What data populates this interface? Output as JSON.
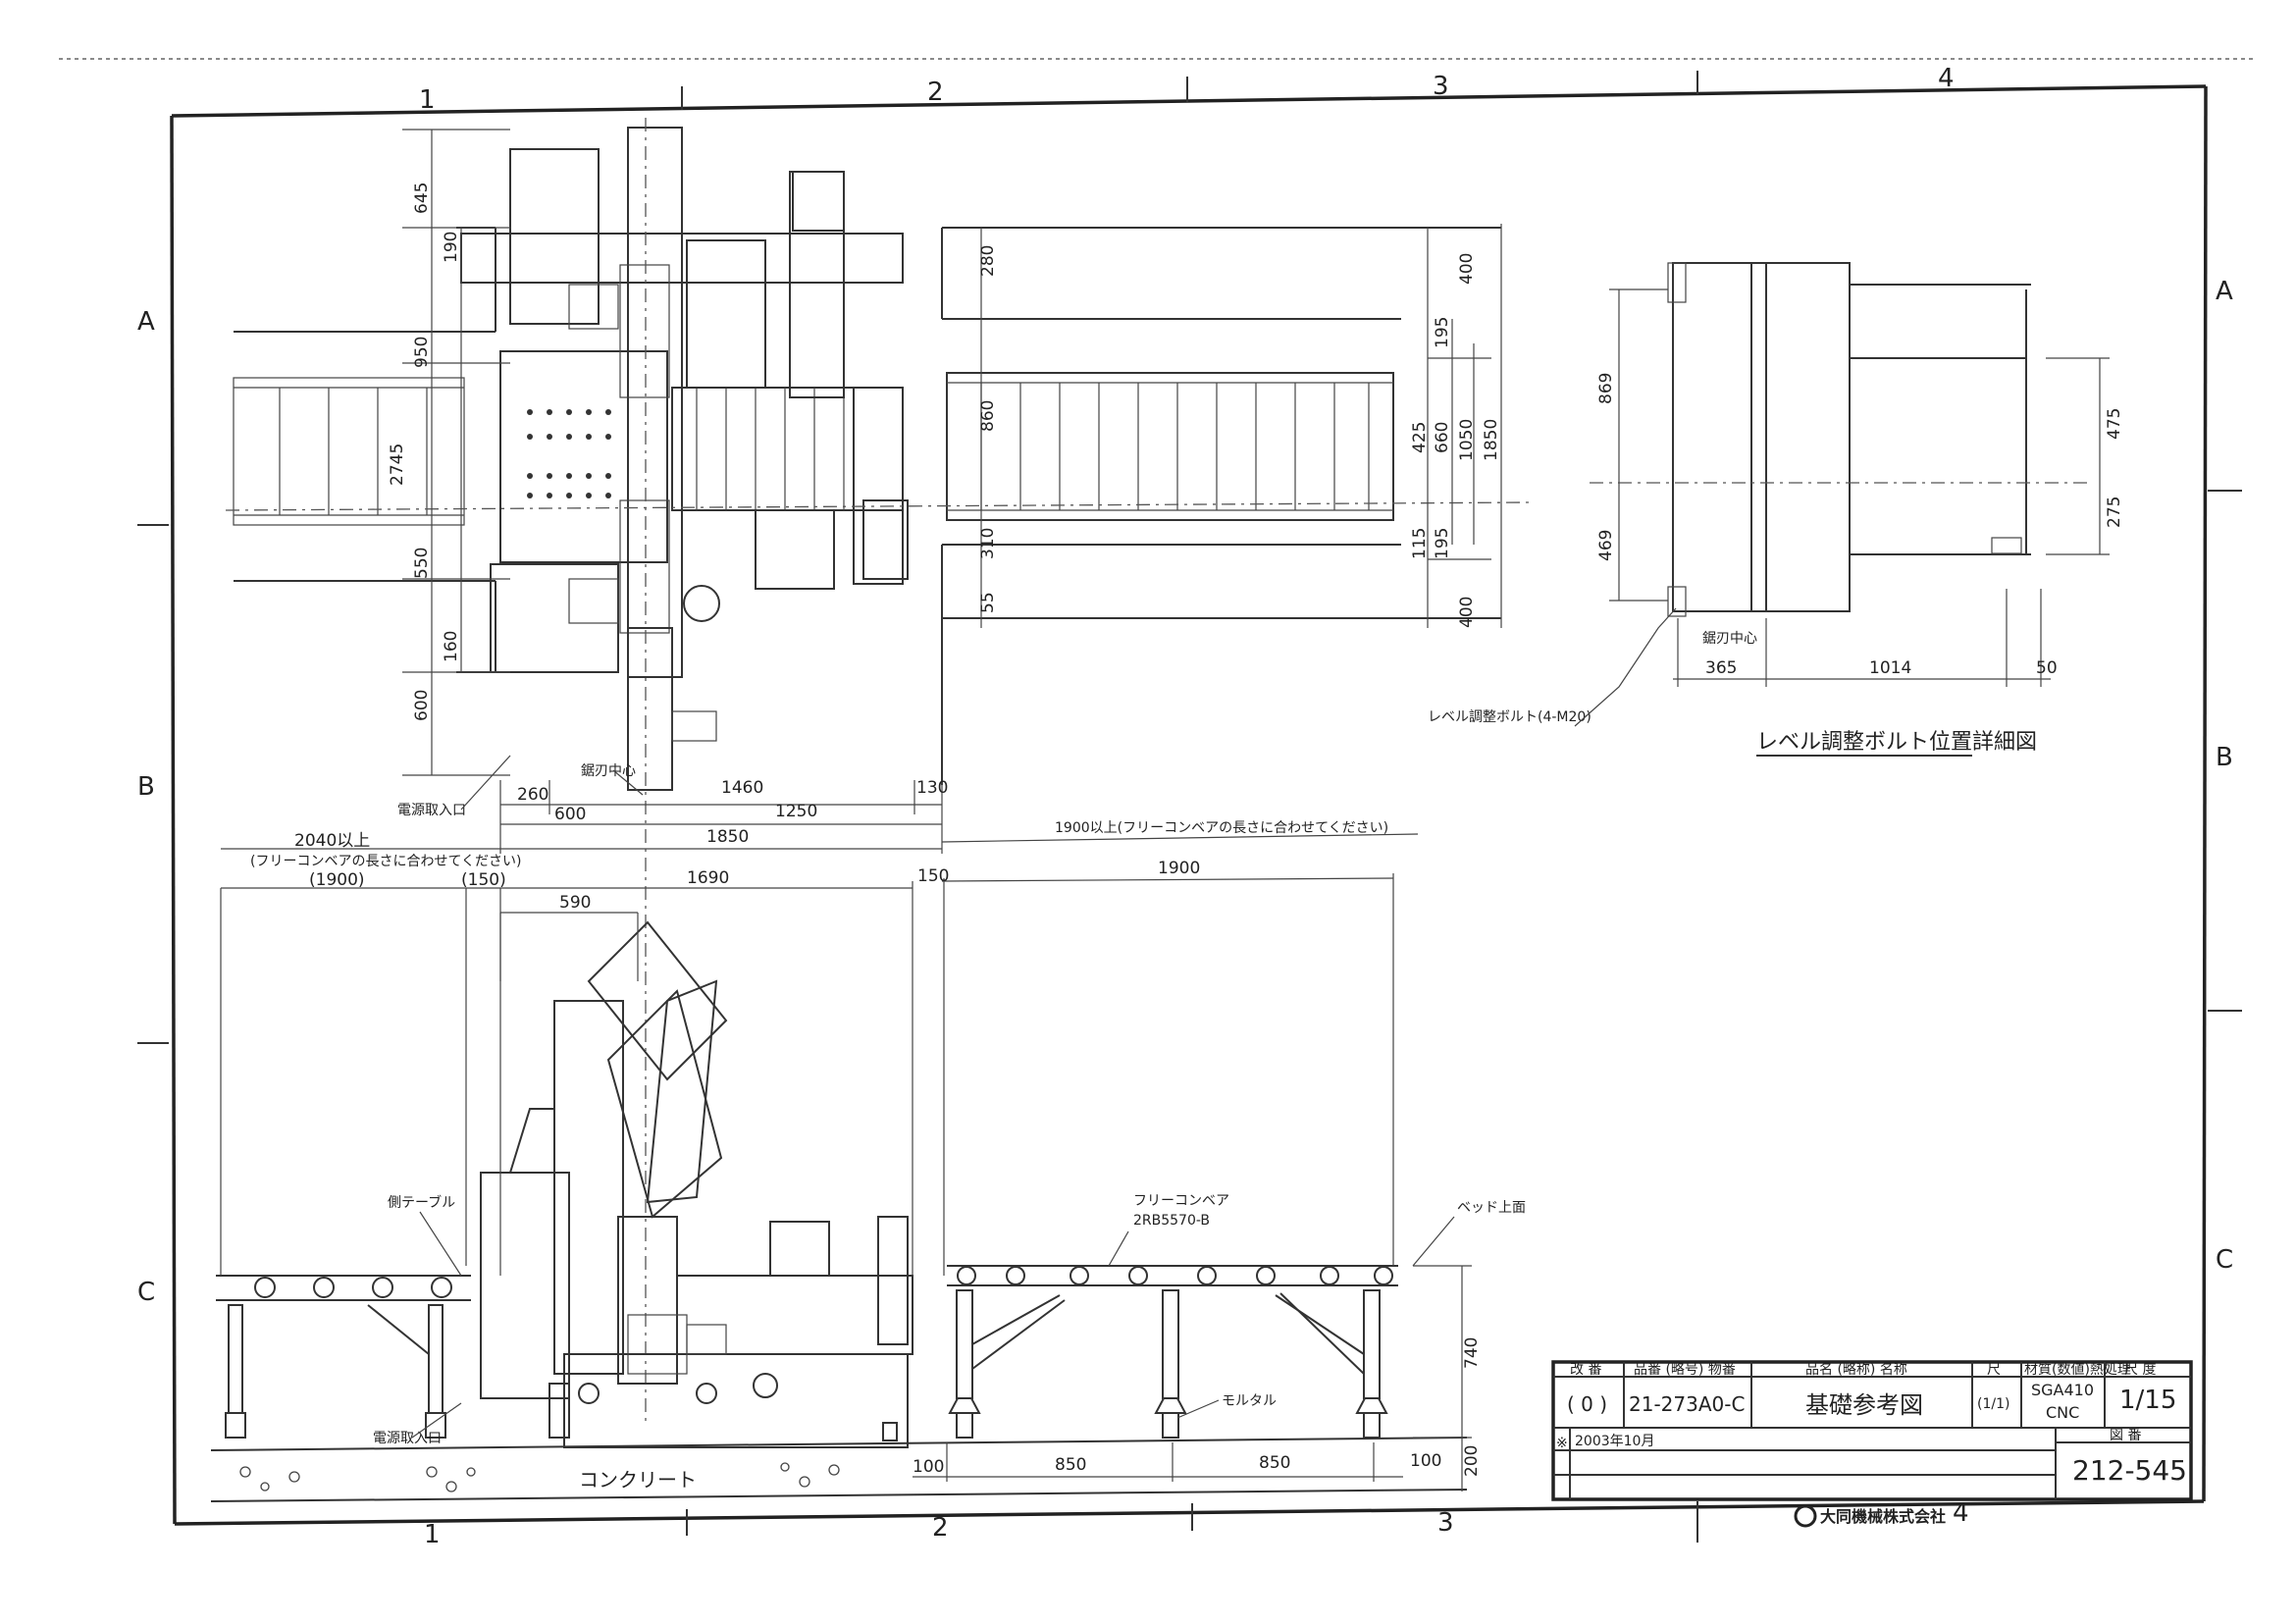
{
  "frame": {
    "zones_top": [
      "1",
      "2",
      "3",
      "4"
    ],
    "zones_bottom": [
      "1",
      "2",
      "3",
      "4"
    ],
    "zones_left": [
      "A",
      "B",
      "C"
    ],
    "zones_right": [
      "A",
      "B",
      "C"
    ]
  },
  "plan_dims": {
    "v_645": "645",
    "v_190": "190",
    "v_950": "950",
    "v_2745": "2745",
    "v_550": "550",
    "v_160": "160",
    "v_600": "600",
    "v_280": "280",
    "v_860": "860",
    "v_310": "310",
    "v_55": "55",
    "v_400_top": "400",
    "v_195_top": "195",
    "v_425": "425",
    "v_660": "660",
    "v_1050": "1050",
    "v_1850": "1850",
    "v_115": "115",
    "v_195_bot": "195",
    "v_400_bot": "400",
    "h_260": "260",
    "h_1460": "1460",
    "h_130": "130",
    "h_600": "600",
    "h_1250": "1250",
    "h_1850": "1850",
    "h_2040": "2040以上",
    "h_2040_note": "(フリーコンベアの長さに合わせてください)",
    "h_1900_right": "1900以上(フリーコンベアの長さに合わせてください)",
    "power_inlet": "電源取入口",
    "cut_center": "鋸刃中心"
  },
  "elev_dims": {
    "h_1900_paren": "(1900)",
    "h_150_paren": "(150)",
    "h_1690": "1690",
    "h_150": "150",
    "h_1900": "1900",
    "h_590": "590",
    "h_100_left": "100",
    "h_850_a": "850",
    "h_850_b": "850",
    "h_100_right": "100",
    "v_740": "740",
    "v_200": "200",
    "side_table": "側テーブル",
    "power_inlet": "電源取入口",
    "concrete": "コンクリート",
    "free_conveyor": "フリーコンベア",
    "conveyor_model": "2RB5570-B",
    "bed_top": "ベッド上面",
    "mortar": "モルタル"
  },
  "detail": {
    "title": "レベル調整ボルト位置詳細図",
    "v_869": "869",
    "v_469": "469",
    "v_475": "475",
    "v_275": "275",
    "h_365": "365",
    "h_1014": "1014",
    "h_50": "50",
    "cut_center": "鋸刃中心",
    "bolt_note": "レベル調整ボルト(4-M20)"
  },
  "title_block": {
    "head_rev": "改 番",
    "head_part": "品番 (略号) 物番",
    "head_name": "品名 (略称) 名称",
    "head_qty": "尺",
    "head_mat": "材質(数値)熱処理",
    "head_scale": "尺 度",
    "rev": "( 0 )",
    "part_no": "21-273A0-C",
    "name": "基礎参考図",
    "qty": "(1/1)",
    "material_line1": "SGA410",
    "material_line2": "CNC",
    "scale": "1/15",
    "head_drawing_no": "図 番",
    "mark": "※",
    "date": "2003年10月",
    "drawing_no": "212-545",
    "company": "大同機械株式会社"
  }
}
